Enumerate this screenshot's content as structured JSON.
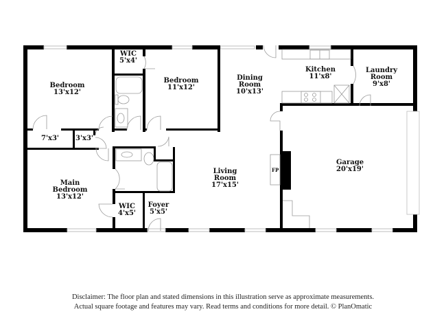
{
  "plan": {
    "rooms": [
      {
        "id": "bedroom-2",
        "name": "Bedroom",
        "dims": "13'x12'"
      },
      {
        "id": "wic-1",
        "name": "WIC",
        "dims": "5'x4'"
      },
      {
        "id": "bedroom-3",
        "name": "Bedroom",
        "dims": "11'x12'"
      },
      {
        "id": "dining",
        "name_line1": "Dining",
        "name_line2": "Room",
        "dims": "10'x13'"
      },
      {
        "id": "kitchen",
        "name": "Kitchen",
        "dims": "11'x8'"
      },
      {
        "id": "laundry",
        "name_line1": "Laundry",
        "name_line2": "Room",
        "dims": "9'x8'"
      },
      {
        "id": "closet-a",
        "dims": "7'x3'"
      },
      {
        "id": "closet-b",
        "dims": "3'x3'"
      },
      {
        "id": "main-bedroom",
        "name_line1": "Main",
        "name_line2": "Bedroom",
        "dims": "13'x12'"
      },
      {
        "id": "wic-2",
        "name": "WIC",
        "dims": "4'x5'"
      },
      {
        "id": "foyer",
        "name": "Foyer",
        "dims": "5'x5'"
      },
      {
        "id": "living",
        "name_line1": "Living",
        "name_line2": "Room",
        "dims": "17'x15'"
      },
      {
        "id": "garage",
        "name": "Garage",
        "dims": "20'x19'"
      }
    ],
    "fireplace_label": "FP",
    "colors": {
      "wall": "#000000",
      "fixture": "#9a9a9a",
      "window": "#cfcfcf",
      "background": "#ffffff"
    }
  },
  "disclaimer": {
    "line1": "Disclaimer: The floor plan and stated dimensions in this illustration serve as approximate measurements.",
    "line2": "Actual square footage and features may vary. Read terms and conditions for more detail. © PlanOmatic"
  }
}
